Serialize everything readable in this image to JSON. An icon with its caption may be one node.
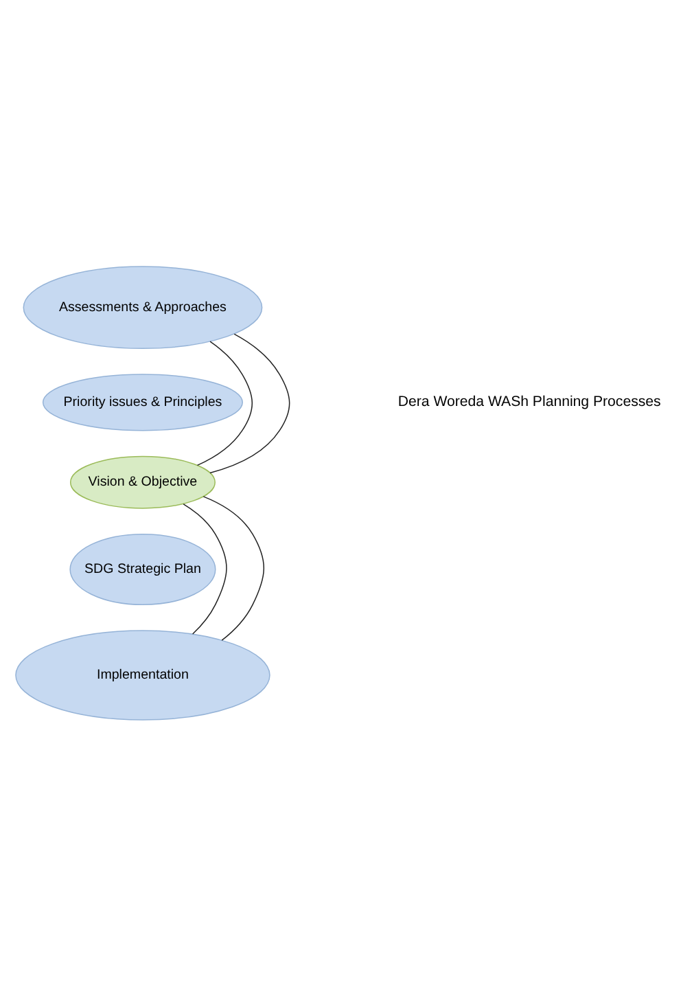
{
  "diagram": {
    "nodes": [
      {
        "text": [
          "Assessments & Approaches"
        ]
      },
      {
        "text": [
          "Priority issues & Principles"
        ]
      },
      {
        "text": [
          "Vision & Objective"
        ]
      },
      {
        "text": [
          "SDG Strategic Plan"
        ]
      },
      {
        "text": [
          "Implementation"
        ]
      }
    ],
    "edges": [
      {
        "from": 0,
        "to": 2,
        "arrow": "none"
      },
      {
        "from": 0,
        "to": 2,
        "arrow": "none"
      },
      {
        "from": 2,
        "to": 4,
        "arrow": "none"
      },
      {
        "from": 2,
        "to": 4,
        "arrow": "none"
      }
    ],
    "labels": [
      "Dera Woreda WASh Planning Processes"
    ]
  }
}
